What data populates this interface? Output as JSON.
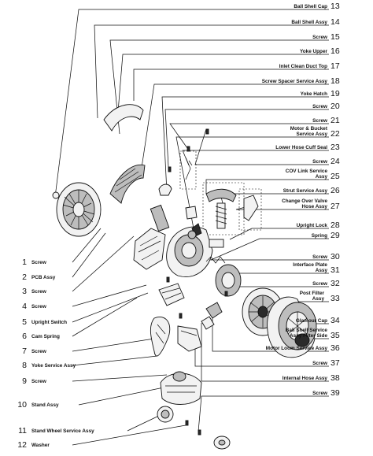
{
  "callouts_left": [
    {
      "num": "1",
      "label": "Screw"
    },
    {
      "num": "2",
      "label": "PCB Assy"
    },
    {
      "num": "3",
      "label": "Screw"
    },
    {
      "num": "4",
      "label": "Screw"
    },
    {
      "num": "5",
      "label": "Upright Switch"
    },
    {
      "num": "6",
      "label": "Cam Spring"
    },
    {
      "num": "7",
      "label": "Screw"
    },
    {
      "num": "8",
      "label": "Yoke Service Assy"
    },
    {
      "num": "9",
      "label": "Screw"
    },
    {
      "num": "10",
      "label": "Stand Assy"
    },
    {
      "num": "11",
      "label": "Stand Wheel Service Assy"
    },
    {
      "num": "12",
      "label": "Washer"
    }
  ],
  "callouts_right": [
    {
      "num": "13",
      "label": "Ball Shell Cap"
    },
    {
      "num": "14",
      "label": "Ball Shell Assy"
    },
    {
      "num": "15",
      "label": "Screw"
    },
    {
      "num": "16",
      "label": "Yoke Upper"
    },
    {
      "num": "17",
      "label": "Inlet Clean Duct Top"
    },
    {
      "num": "18",
      "label": "Screw Spacer Service Assy"
    },
    {
      "num": "19",
      "label": "Yoke Hatch"
    },
    {
      "num": "20",
      "label": "Screw"
    },
    {
      "num": "21",
      "label": "Screw"
    },
    {
      "num": "22",
      "label": "Motor & Bucket Service Assy"
    },
    {
      "num": "23",
      "label": "Lower Hose Cuff Seal"
    },
    {
      "num": "24",
      "label": "Screw"
    },
    {
      "num": "25",
      "label": "COV Link Service Assy"
    },
    {
      "num": "26",
      "label": "Strut Service Assy"
    },
    {
      "num": "27",
      "label": "Change Over Valve Hose Assy"
    },
    {
      "num": "28",
      "label": "Upright Lock"
    },
    {
      "num": "29",
      "label": "Spring"
    },
    {
      "num": "30",
      "label": "Screw"
    },
    {
      "num": "31",
      "label": "Interface Plate Assy"
    },
    {
      "num": "32",
      "label": "Screw"
    },
    {
      "num": "33",
      "label": "Post Filter Assy"
    },
    {
      "num": "34",
      "label": "Glamour Cap"
    },
    {
      "num": "35",
      "label": "Ball Shell Service Assy Filter Side"
    },
    {
      "num": "36",
      "label": "Motor Loom Service Assy"
    },
    {
      "num": "37",
      "label": "Screw"
    },
    {
      "num": "38",
      "label": "Internal Hose Assy"
    },
    {
      "num": "39",
      "label": "Screw"
    }
  ]
}
